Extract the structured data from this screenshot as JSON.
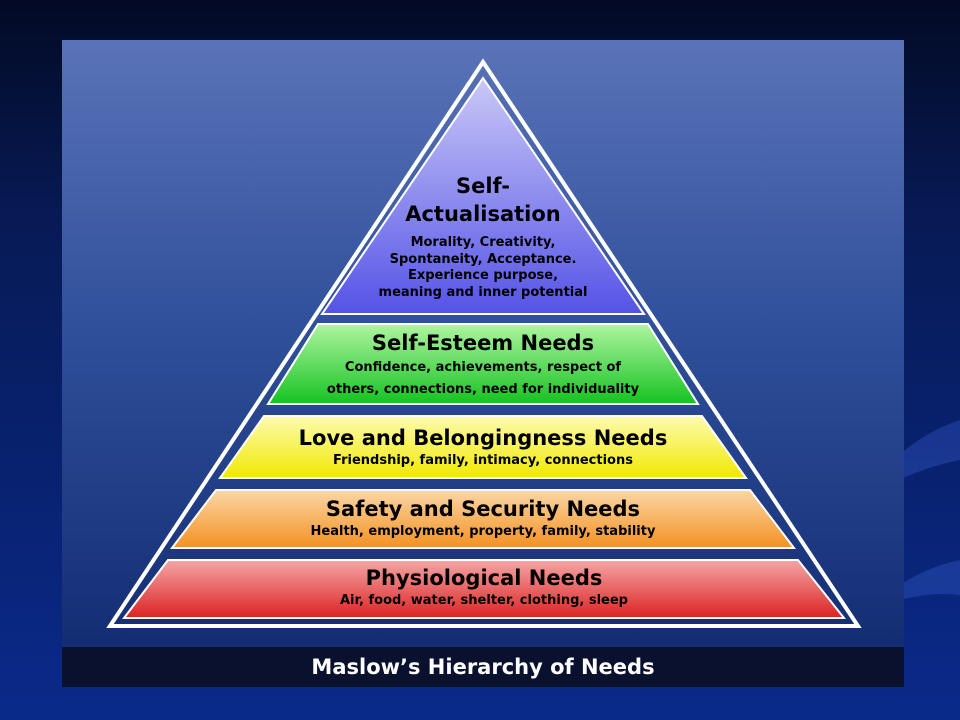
{
  "caption": "Maslow’s Hierarchy of Needs",
  "colors": {
    "apex": "#6e6cf0",
    "esteem": "#27d43a",
    "love": "#f5f20a",
    "safety": "#f7a23a",
    "physiological": "#e83b3b"
  },
  "tiers": [
    {
      "id": "self-actualisation",
      "title_line1": "Self-",
      "title_line2": "Actualisation",
      "desc_lines": [
        "Morality, Creativity,",
        "Spontaneity, Acceptance.",
        "Experience purpose,",
        "meaning and inner potential"
      ]
    },
    {
      "id": "self-esteem",
      "title": "Self-Esteem Needs",
      "desc_lines": [
        "Confidence, achievements, respect of",
        "others, connections, need for individuality"
      ]
    },
    {
      "id": "love",
      "title": "Love and Belongingness Needs",
      "desc_lines": [
        "Friendship, family, intimacy, connections"
      ]
    },
    {
      "id": "safety",
      "title": "Safety and Security Needs",
      "desc_lines": [
        "Health, employment, property, family, stability"
      ]
    },
    {
      "id": "physiological",
      "title": "Physiological Needs",
      "desc_lines": [
        "Air, food, water, shelter, clothing, sleep"
      ]
    }
  ]
}
